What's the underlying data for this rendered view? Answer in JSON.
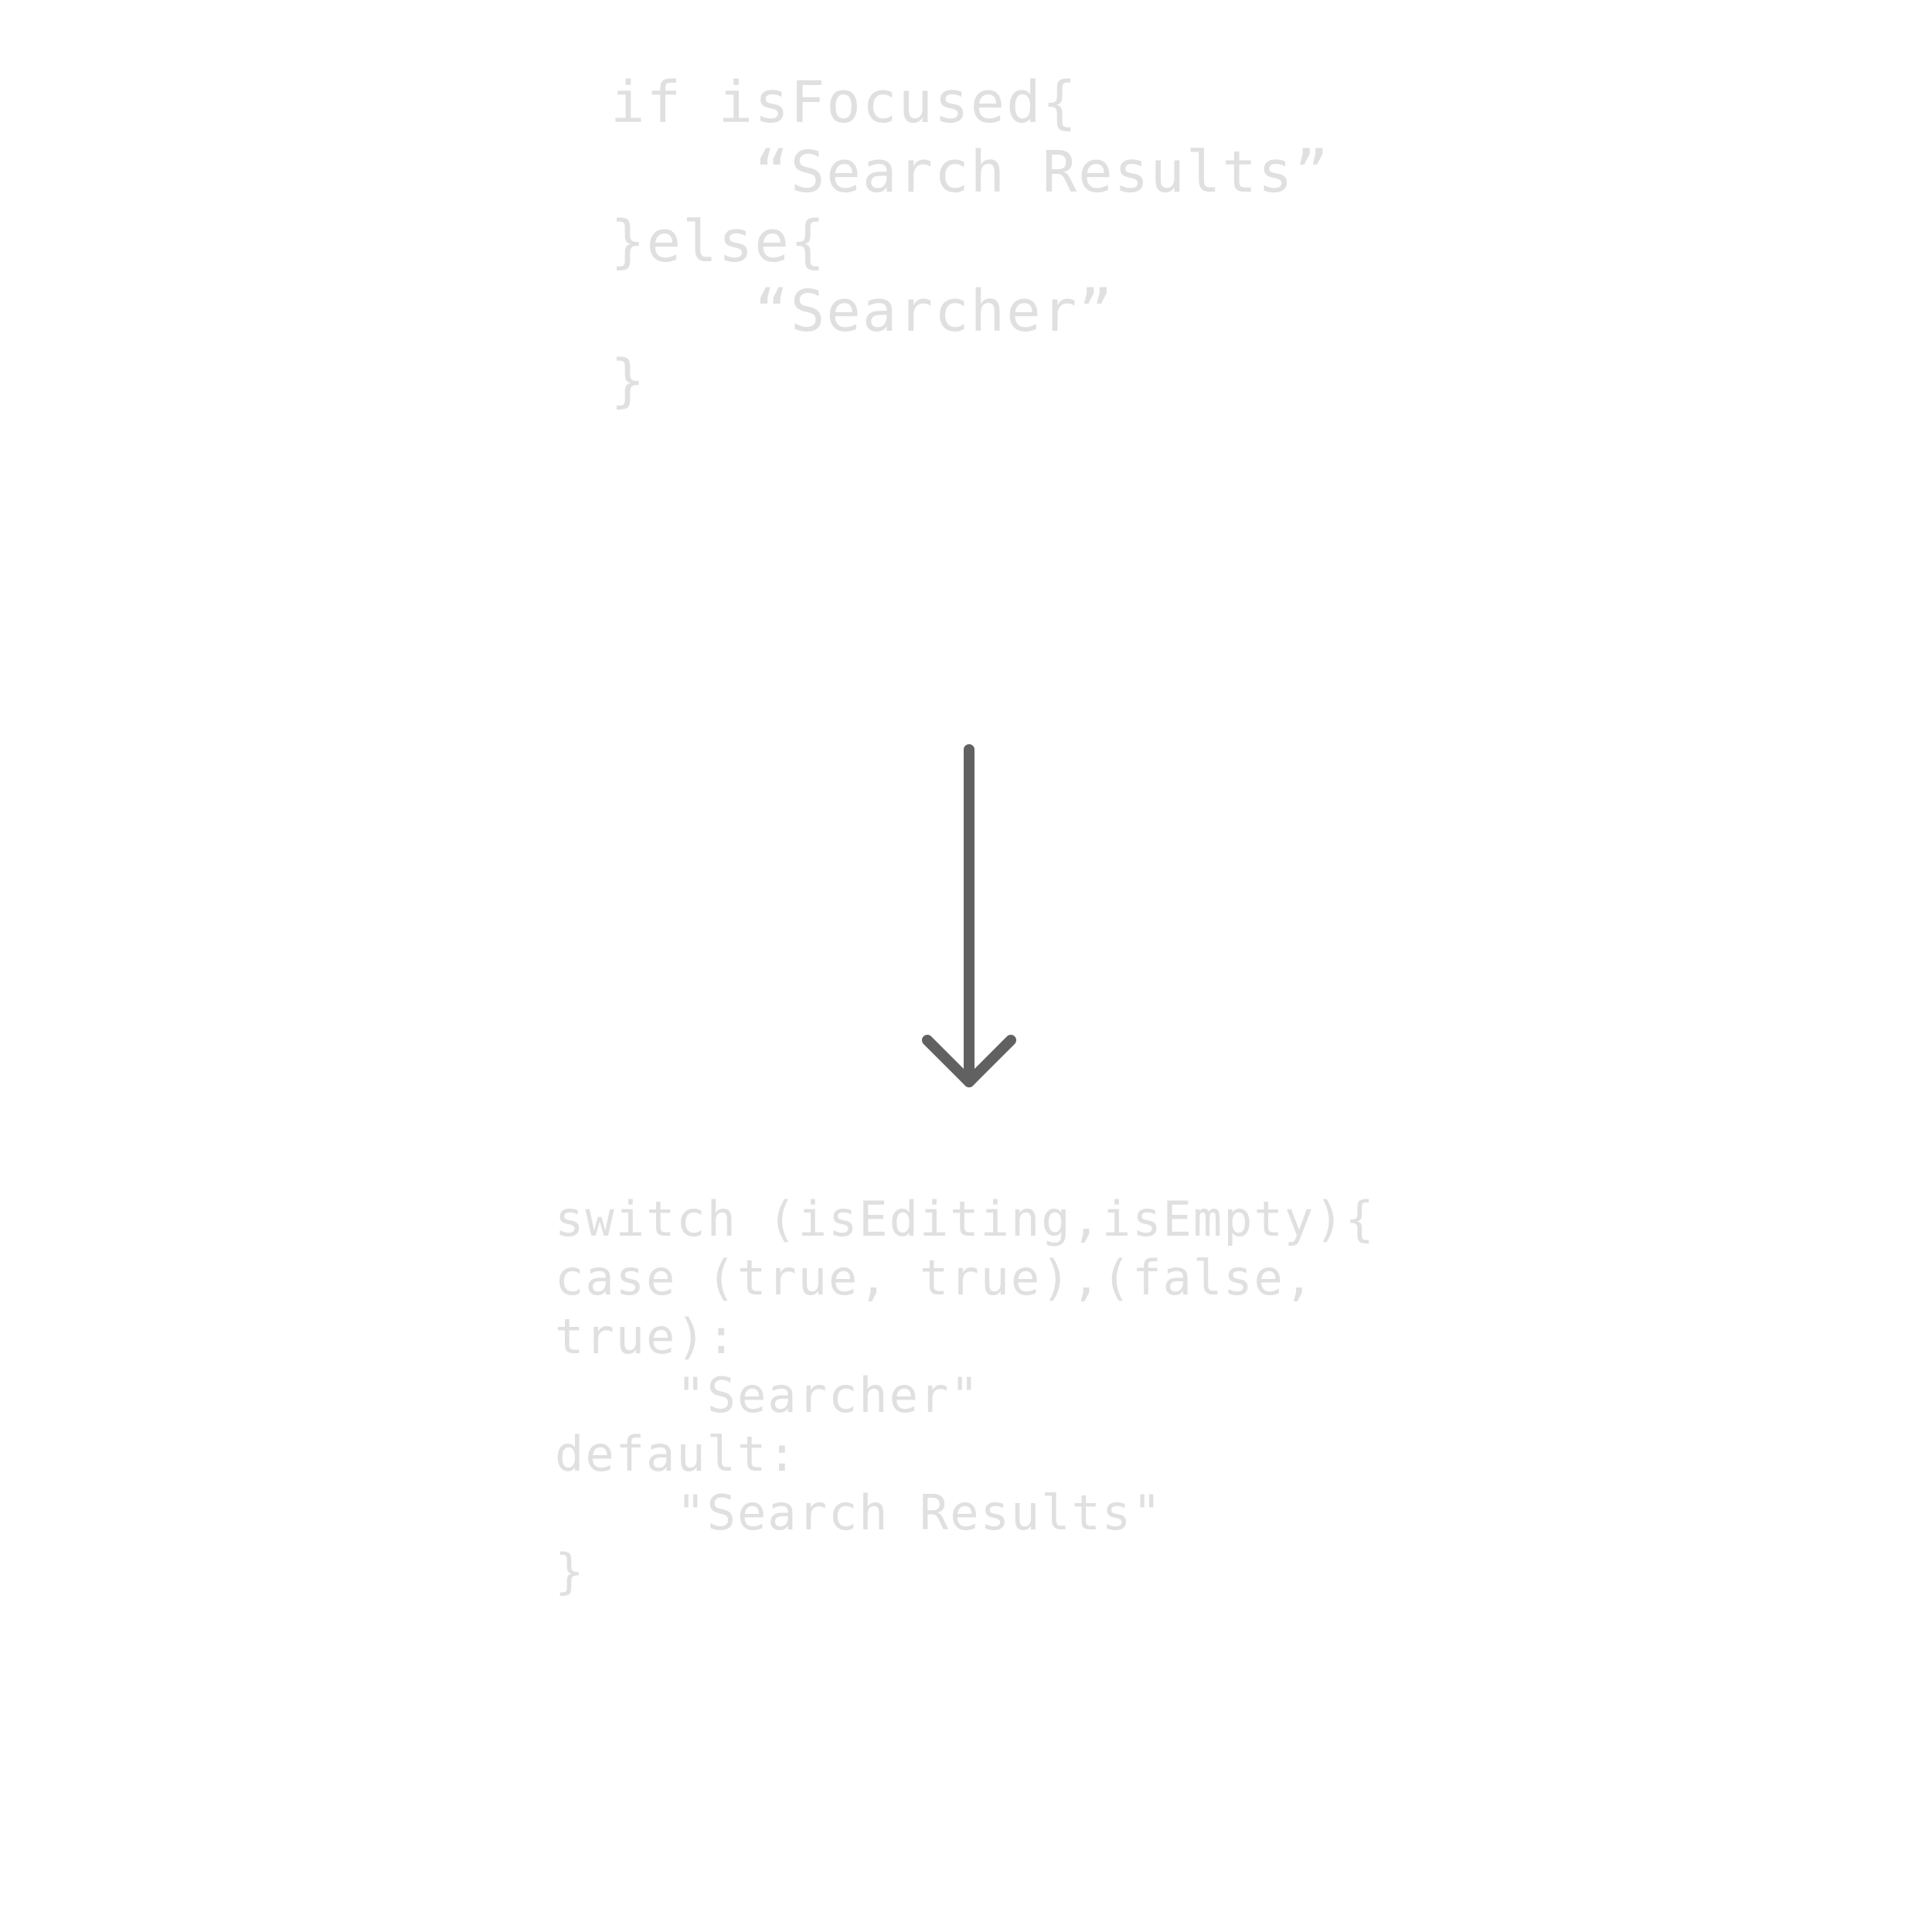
{
  "before_code": {
    "lines": [
      "if isFocused{",
      "    “Search Results”",
      "}else{",
      "    “Searcher”",
      "}"
    ]
  },
  "after_code": {
    "lines": [
      "switch (isEditing,isEmpty){",
      "case (true, true),(false,",
      "true):",
      "    \"Searcher\"",
      "default:",
      "    \"Search Results\"",
      "}"
    ]
  },
  "arrow": {
    "icon": "arrow-down-icon",
    "color": "#616161"
  },
  "colors": {
    "code_text": "#e0e0e0",
    "background": "#ffffff"
  }
}
